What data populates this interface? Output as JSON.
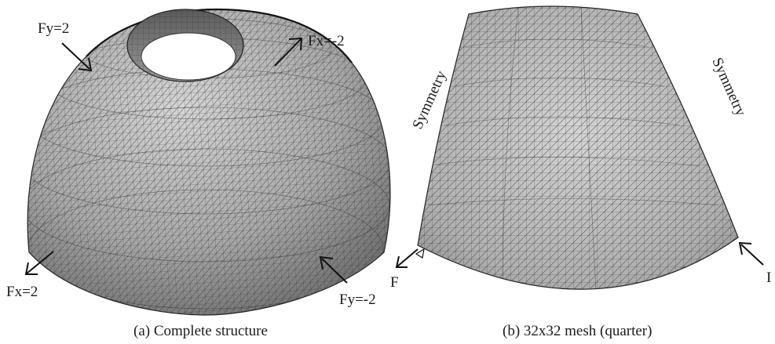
{
  "panels": [
    {
      "caption": "(a) Complete structure",
      "loads": {
        "fy_top": "Fy=2",
        "fx_top": "Fx=-2",
        "fx_bottom": "Fx=2",
        "fy_bottom": "Fy=-2"
      }
    },
    {
      "caption": "(b) 32x32 mesh (quarter)",
      "symmetry_left": "Symmetry",
      "symmetry_right": "Symmetry",
      "point_left": "F",
      "point_right": "I"
    }
  ],
  "colors": {
    "shell_light": "#cfcfcf",
    "shell_dark": "#6e6e6e",
    "mesh_line": "#3a3a3a",
    "text": "#1a1a1a"
  }
}
